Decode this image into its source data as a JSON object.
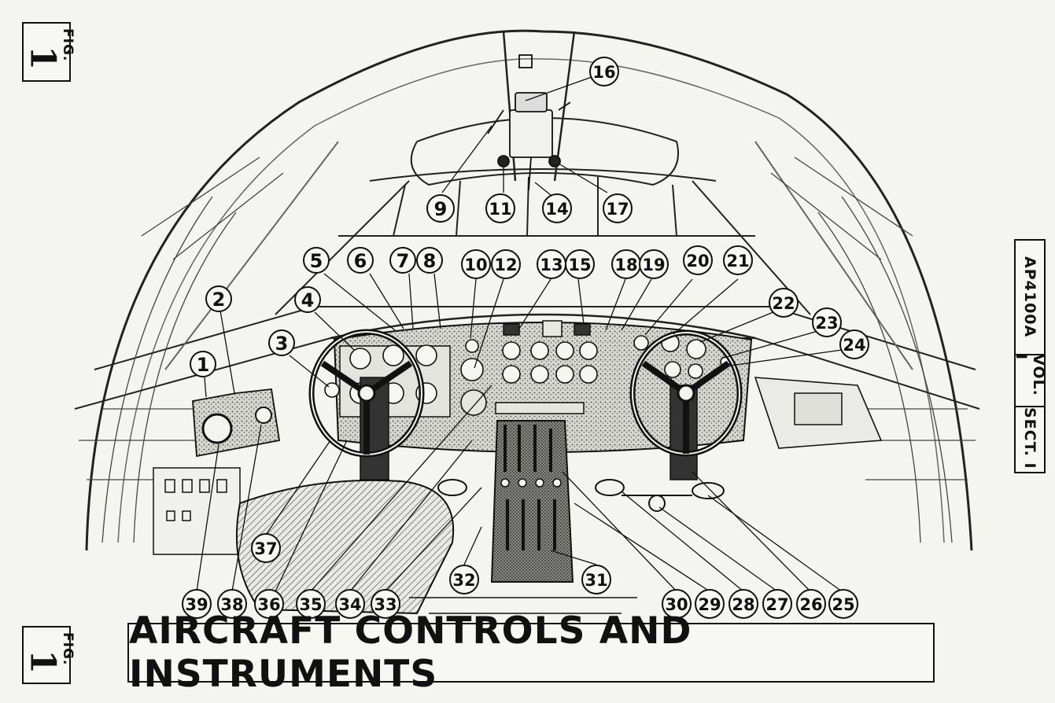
{
  "figure": {
    "fig_word": "FIG.",
    "fig_number": "1",
    "title": "AIRCRAFT CONTROLS AND INSTRUMENTS",
    "reference": {
      "publication": "AP4100A",
      "volume": "VOL. I",
      "section": "SECT. I"
    }
  },
  "callouts": [
    "1",
    "2",
    "3",
    "4",
    "5",
    "6",
    "7",
    "8",
    "9",
    "10",
    "11",
    "12",
    "13",
    "14",
    "15",
    "16",
    "17",
    "18",
    "19",
    "20",
    "21",
    "22",
    "23",
    "24",
    "25",
    "26",
    "27",
    "28",
    "29",
    "30",
    "31",
    "32",
    "33",
    "34",
    "35",
    "36",
    "37",
    "38",
    "39"
  ],
  "colors": {
    "ink": "#111111",
    "paper": "#f4f4f1",
    "shade": "#9a9a95"
  }
}
